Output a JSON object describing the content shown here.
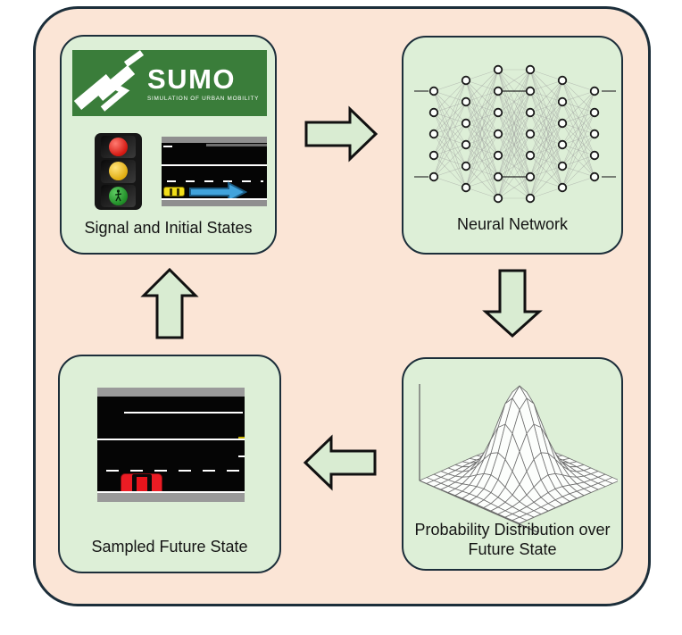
{
  "boxes": {
    "signal": {
      "label": "Signal and Initial States"
    },
    "nn": {
      "label": "Neural Network"
    },
    "dist": {
      "label_line1": "Probability Distribution over",
      "label_line2": "Future State"
    },
    "sampled": {
      "label": "Sampled Future State"
    }
  },
  "sumo_logo": {
    "title": "SUMO",
    "subtitle": "SIMULATION OF URBAN MOBILITY"
  },
  "graphics": {
    "nn_layers": [
      5,
      6,
      7,
      7,
      6,
      5
    ],
    "gaussian": {
      "grid_n": 15,
      "range": 3.2,
      "peak": 106
    }
  },
  "colors": {
    "canvas_bg": "#ffffff",
    "outer_fill": "#fbe5d6",
    "outer_border": "#1c2e3a",
    "box_fill": "#ddefd7",
    "box_border": "#1c2e3a",
    "arrow_fill": "#d9ecd2",
    "arrow_border": "#111111",
    "label_color": "#141414",
    "sumo_green": "#3a7d3a",
    "blue_arrow": "#41a3dc",
    "red_car": "#ec1c24",
    "yellow_car": "#f2de19"
  }
}
